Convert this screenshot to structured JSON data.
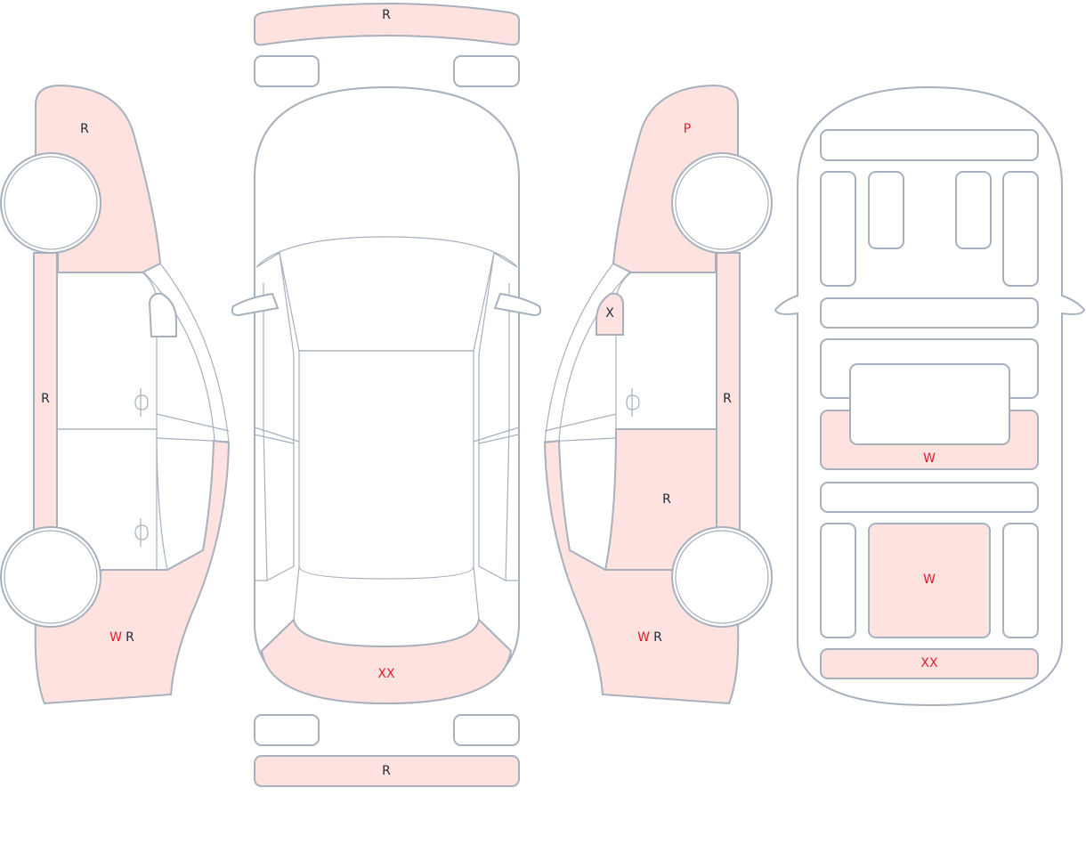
{
  "colors": {
    "outline": "#a7b0bd",
    "damage_fill": "#fde2e0",
    "label_dark": "#1f2937",
    "label_red": "#e11d2a"
  },
  "left_side": {
    "front_fender": "R",
    "rocker": "R",
    "rear_quarter_w": "W",
    "rear_quarter_r": "R"
  },
  "top_view": {
    "front_bumper": "R",
    "rear_hatch": "XX",
    "rear_bumper": "R"
  },
  "right_side": {
    "front_fender": "P",
    "mirror": "X",
    "rocker": "R",
    "rear_door": "R",
    "rear_quarter_w": "W",
    "rear_quarter_r": "R"
  },
  "interior": {
    "front_seat_w": "W",
    "rear_seat_w": "W",
    "cargo": "XX"
  }
}
